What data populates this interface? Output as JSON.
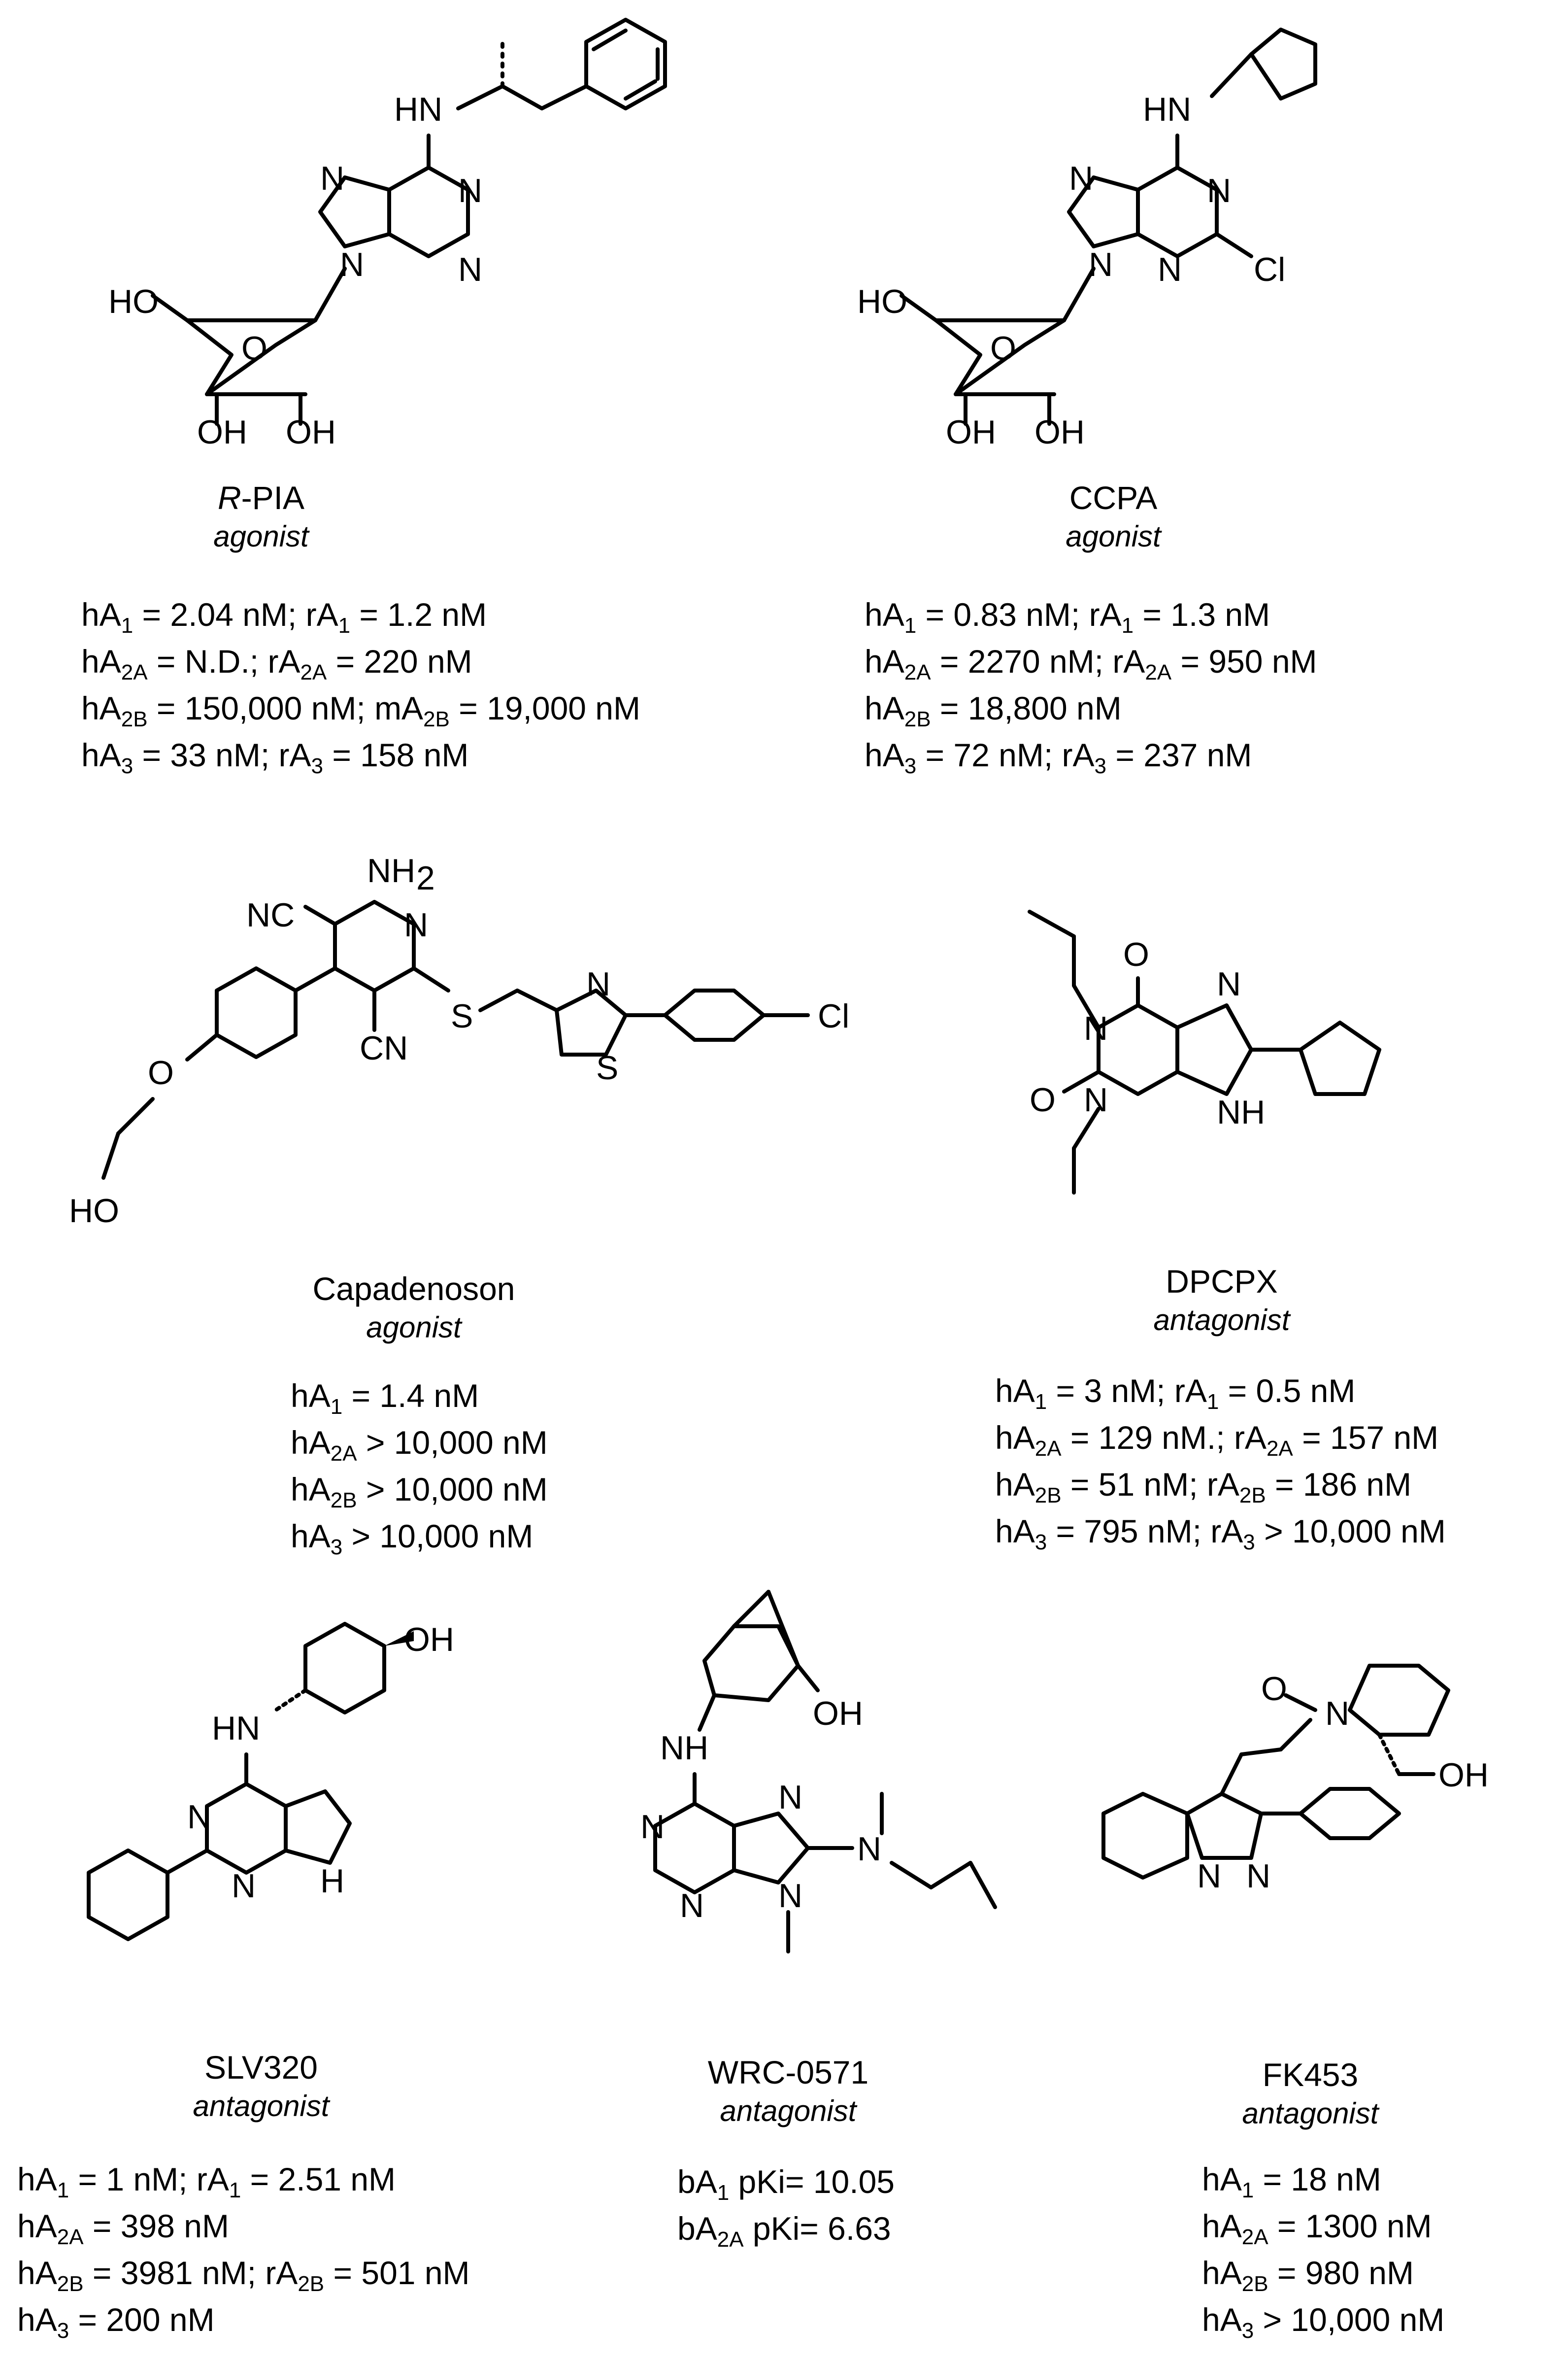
{
  "compounds": [
    {
      "name_prefix": "R",
      "name": "-PIA",
      "role": "agonist",
      "lines": [
        [
          [
            "h",
            "A",
            "1",
            " = 2.04 nM; "
          ],
          [
            "r",
            "A",
            "1",
            " = 1.2 nM"
          ]
        ],
        [
          [
            "h",
            "A",
            "2A",
            " = N.D.; "
          ],
          [
            "r",
            "A",
            "2A",
            " = 220 nM"
          ]
        ],
        [
          [
            "h",
            "A",
            "2B",
            " = 150,000 nM; "
          ],
          [
            "m",
            "A",
            "2B",
            " = 19,000 nM"
          ]
        ],
        [
          [
            "h",
            "A",
            "3",
            " = 33 nM; "
          ],
          [
            "r",
            "A",
            "3",
            " = 158 nM"
          ]
        ]
      ]
    },
    {
      "name": "CCPA",
      "role": "agonist",
      "lines": [
        [
          [
            "h",
            "A",
            "1",
            " = 0.83 nM; "
          ],
          [
            "r",
            "A",
            "1",
            " = 1.3 nM"
          ]
        ],
        [
          [
            "h",
            "A",
            "2A",
            " = 2270 nM; "
          ],
          [
            "r",
            "A",
            "2A",
            " = 950 nM"
          ]
        ],
        [
          [
            "h",
            "A",
            "2B",
            " = 18,800 nM"
          ]
        ],
        [
          [
            "h",
            "A",
            "3",
            " = 72 nM; "
          ],
          [
            "r",
            "A",
            "3",
            " = 237 nM"
          ]
        ]
      ]
    },
    {
      "name": "Capadenoson",
      "role": "agonist",
      "lines": [
        [
          [
            "h",
            "A",
            "1",
            " = 1.4 nM"
          ]
        ],
        [
          [
            "h",
            "A",
            "2A",
            " > 10,000 nM"
          ]
        ],
        [
          [
            "h",
            "A",
            "2B",
            " > 10,000 nM"
          ]
        ],
        [
          [
            "h",
            "A",
            "3",
            " > 10,000 nM"
          ]
        ]
      ]
    },
    {
      "name": "DPCPX",
      "role": "antagonist",
      "lines": [
        [
          [
            "h",
            "A",
            "1",
            " = 3 nM; "
          ],
          [
            "r",
            "A",
            "1",
            " = 0.5 nM"
          ]
        ],
        [
          [
            "h",
            "A",
            "2A",
            " = 129 nM.; "
          ],
          [
            "r",
            "A",
            "2A",
            " = 157 nM"
          ]
        ],
        [
          [
            "h",
            "A",
            "2B",
            " = 51 nM; "
          ],
          [
            "r",
            "A",
            "2B",
            " = 186 nM"
          ]
        ],
        [
          [
            "h",
            "A",
            "3",
            " = 795 nM; "
          ],
          [
            "r",
            "A",
            "3",
            " > 10,000 nM"
          ]
        ]
      ]
    },
    {
      "name": "SLV320",
      "role": "antagonist",
      "lines": [
        [
          [
            "h",
            "A",
            "1",
            " = 1 nM; "
          ],
          [
            "r",
            "A",
            "1",
            " = 2.51 nM"
          ]
        ],
        [
          [
            "h",
            "A",
            "2A",
            " = 398 nM"
          ]
        ],
        [
          [
            "h",
            "A",
            "2B",
            " = 3981 nM; "
          ],
          [
            "r",
            "A",
            "2B",
            " = 501 nM"
          ]
        ],
        [
          [
            "h",
            "A",
            "3",
            " = 200 nM"
          ]
        ]
      ]
    },
    {
      "name": "WRC-0571",
      "role": "antagonist",
      "lines": [
        [
          [
            "b",
            "A",
            "1",
            " pKi= 10.05"
          ]
        ],
        [
          [
            "b",
            "A",
            "2A",
            " pKi= 6.63"
          ]
        ]
      ]
    },
    {
      "name": "FK453",
      "role": "antagonist",
      "lines": [
        [
          [
            "h",
            "A",
            "1",
            " = 18 nM"
          ]
        ],
        [
          [
            "h",
            "A",
            "2A",
            " = 1300 nM"
          ]
        ],
        [
          [
            "h",
            "A",
            "2B",
            " = 980 nM"
          ]
        ],
        [
          [
            "h",
            "A",
            "3",
            " > 10,000 nM"
          ]
        ]
      ]
    }
  ],
  "atom_labels": {
    "HN": "HN",
    "N": "N",
    "NH": "NH",
    "H": "H",
    "HO": "HO",
    "OH": "OH",
    "O": "O",
    "Cl": "Cl",
    "S": "S",
    "NC": "NC",
    "CN": "CN",
    "NH2": "NH",
    "sub2": "2"
  }
}
